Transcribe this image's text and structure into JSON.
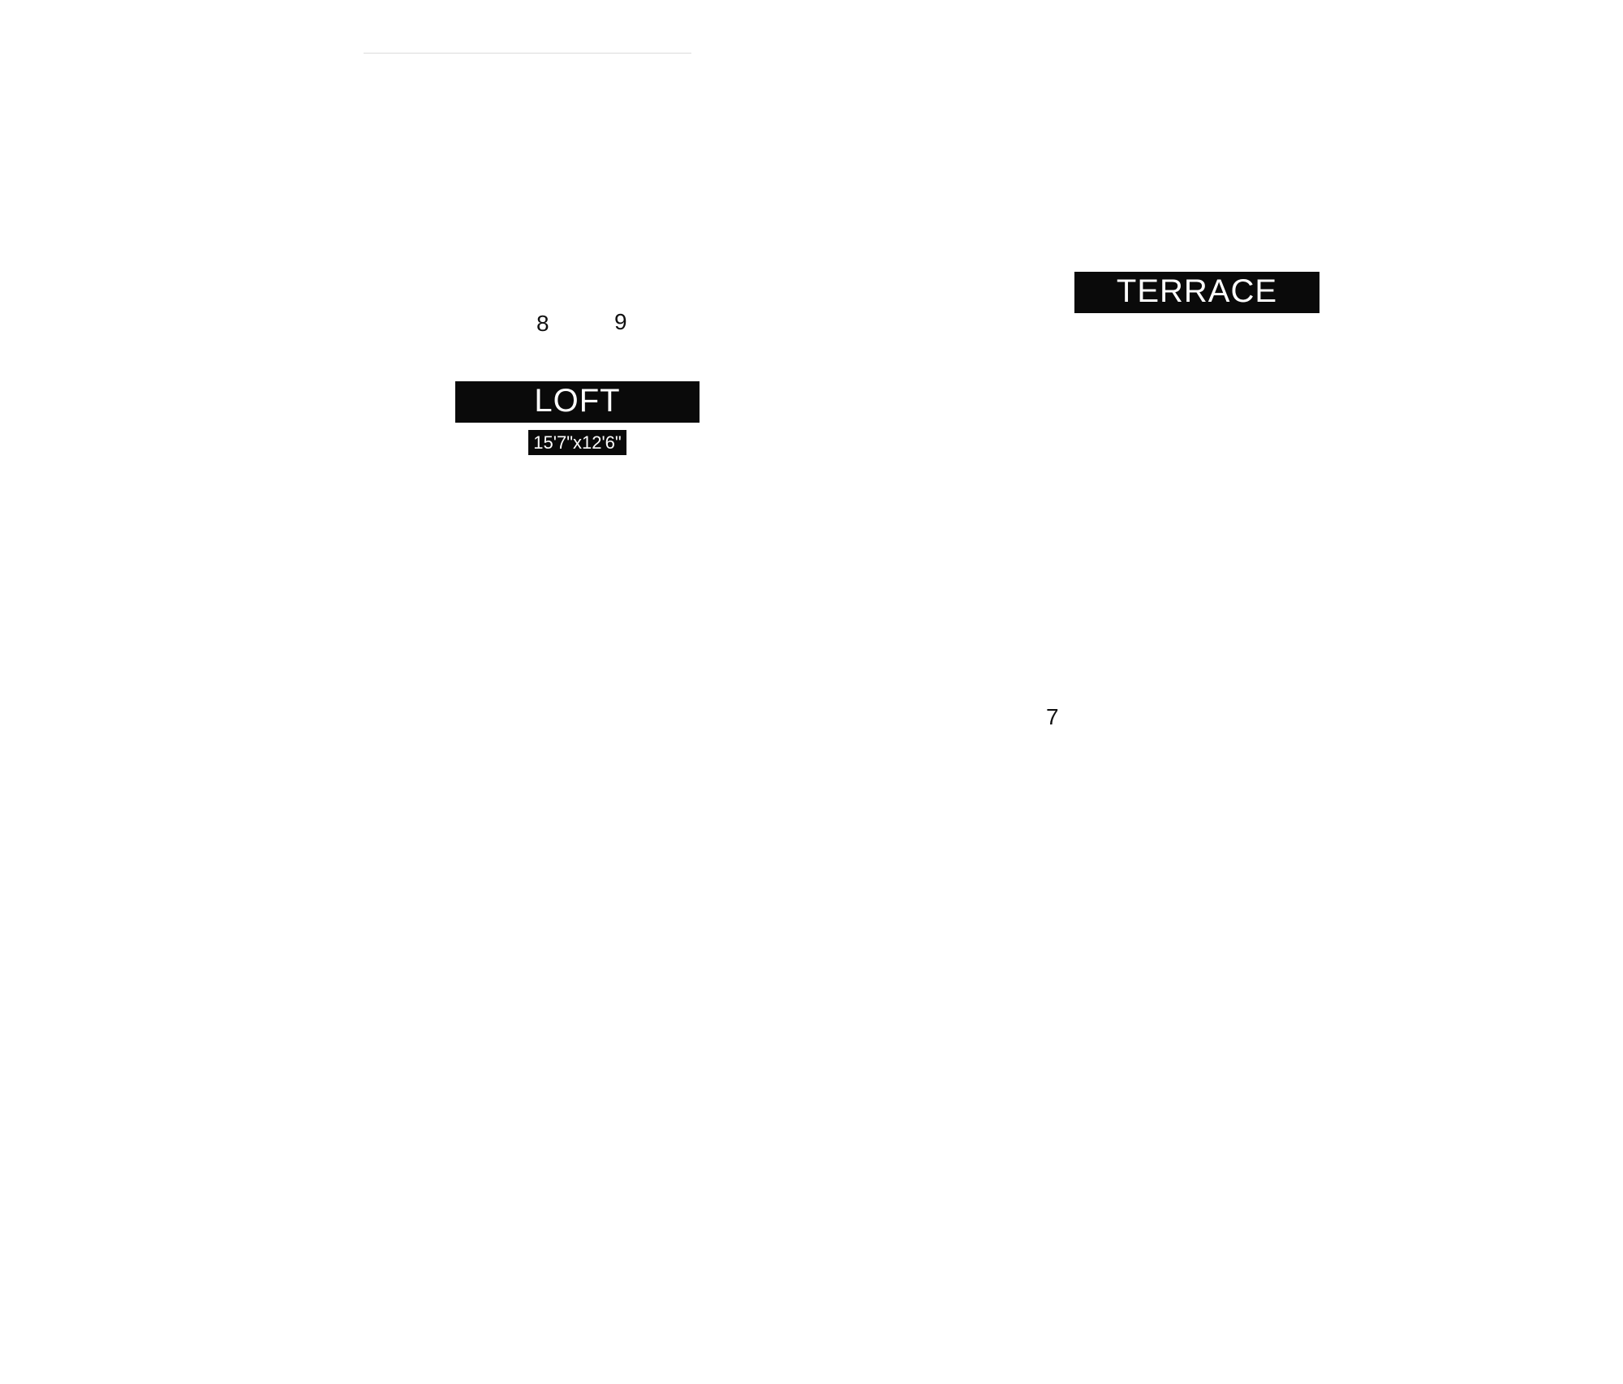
{
  "plan": {
    "rooms": {
      "loft": {
        "name": "LOFT",
        "dimensions": "15'7\"x12'6\""
      },
      "terrace": {
        "name": "TERRACE"
      }
    },
    "markers": {
      "m8": "8",
      "m9": "9",
      "m7": "7"
    }
  },
  "colors": {
    "label_background": "#0a0a0a",
    "label_text": "#ffffff",
    "marker_text": "#111111",
    "page_background": "#ffffff",
    "hairline": "#dcdcdc"
  }
}
